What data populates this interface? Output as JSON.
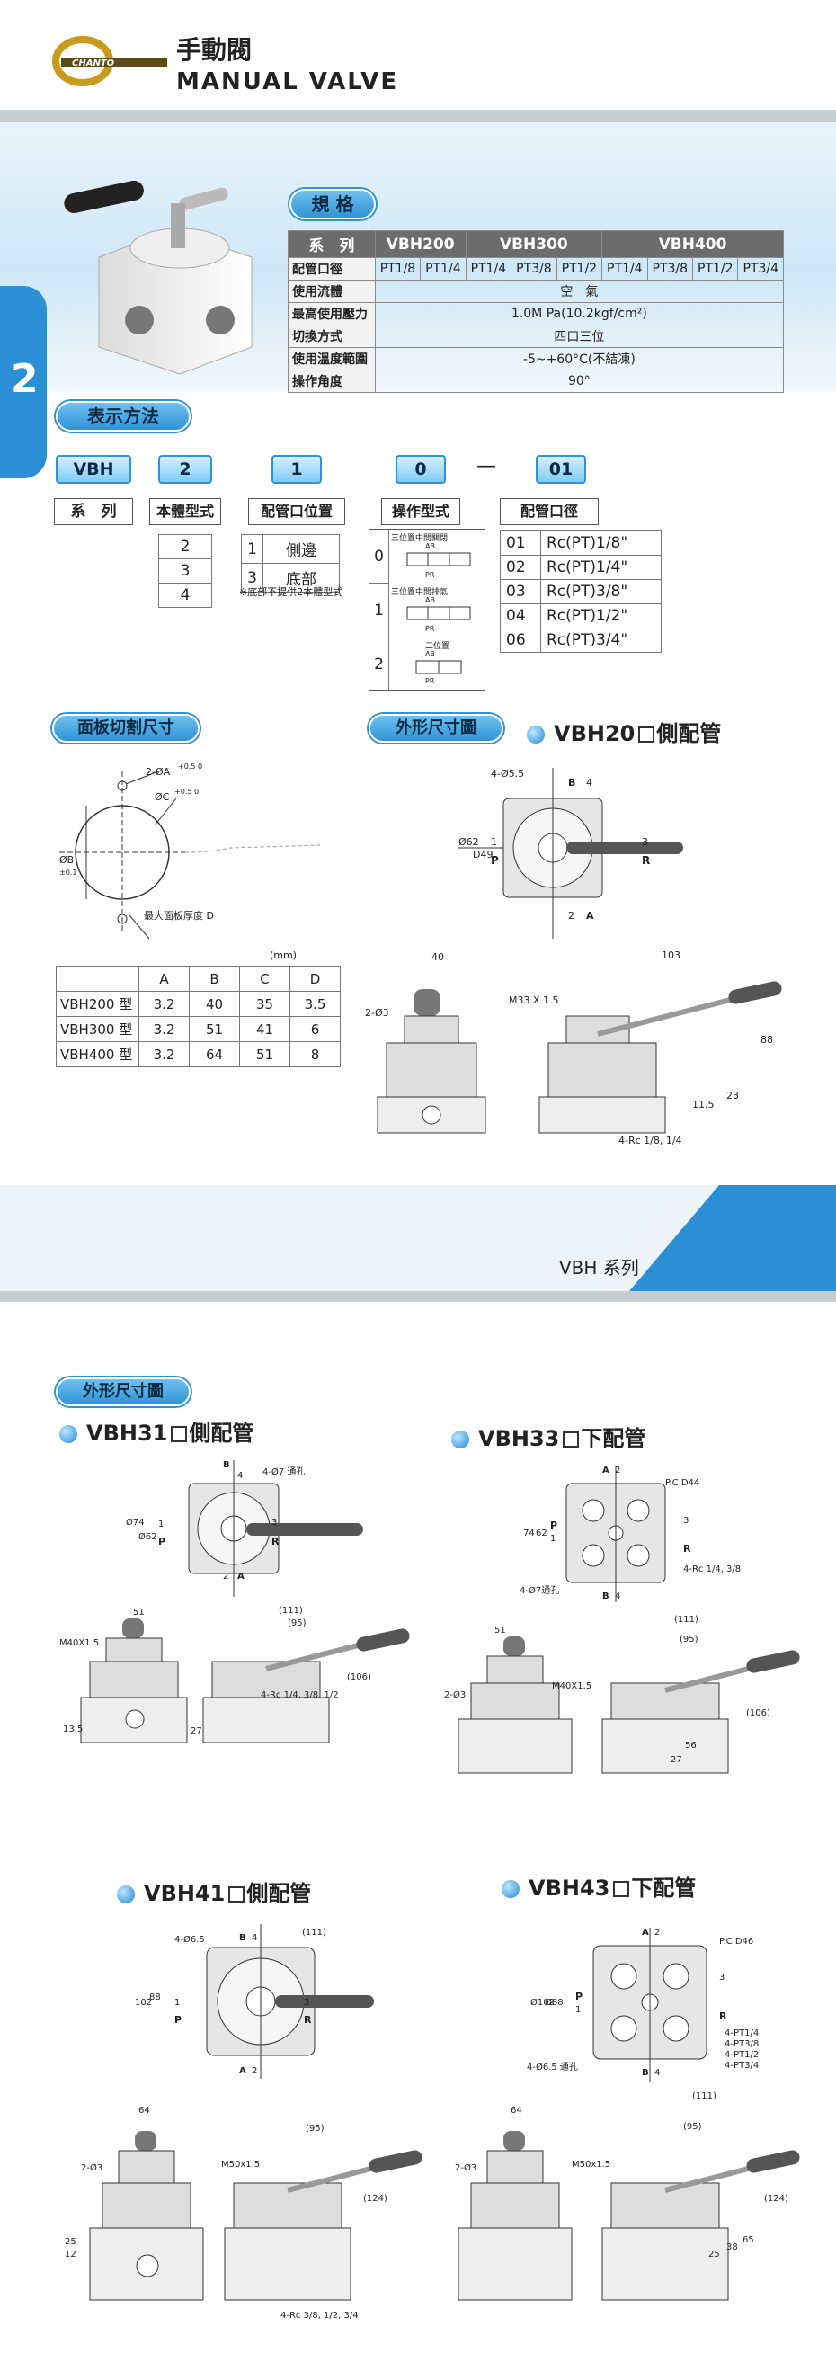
{
  "header": {
    "title_cn": "手動閥",
    "title_en": "MANUAL  VALVE",
    "logo_text": "CHANTO"
  },
  "side_tab": "2",
  "spec": {
    "heading": "規 格",
    "series_label": "系　列",
    "models": [
      "VBH200",
      "VBH300",
      "VBH400"
    ],
    "port_label": "配管口徑",
    "ports": [
      "PT1/8",
      "PT1/4",
      "PT1/4",
      "PT3/8",
      "PT1/2",
      "PT1/4",
      "PT3/8",
      "PT1/2",
      "PT3/4"
    ],
    "rows": [
      {
        "label": "使用流體",
        "value": "空　氣"
      },
      {
        "label": "最高使用壓力",
        "value": "1.0M Pa(10.2kgf/cm²)"
      },
      {
        "label": "切換方式",
        "value": "四口三位"
      },
      {
        "label": "使用溫度範圍",
        "value": "-5~+60°C(不結凍)"
      },
      {
        "label": "操作角度",
        "value": "90°"
      }
    ]
  },
  "notation": {
    "heading": "表示方法",
    "codes": [
      "VBH",
      "2",
      "1",
      "0",
      "01"
    ],
    "dash": "—",
    "labels": [
      "系　列",
      "本體型式",
      "配管口位置",
      "操作型式",
      "配管口徑"
    ],
    "body_types": [
      "2",
      "3",
      "4"
    ],
    "port_positions": [
      {
        "code": "1",
        "name": "側邊"
      },
      {
        "code": "3",
        "name": "底部"
      }
    ],
    "port_note": "※底部不提供2本體型式",
    "operations": [
      {
        "code": "0",
        "desc": "三位置中間關閉"
      },
      {
        "code": "1",
        "desc": "三位置中間排氣"
      },
      {
        "code": "2",
        "desc": "二位置"
      }
    ],
    "symbol_ab": "AB",
    "symbol_pr": "PR",
    "sizes": [
      {
        "code": "01",
        "size": "Rc(PT)1/8\""
      },
      {
        "code": "02",
        "size": "Rc(PT)1/4\""
      },
      {
        "code": "03",
        "size": "Rc(PT)3/8\""
      },
      {
        "code": "04",
        "size": "Rc(PT)1/2\""
      },
      {
        "code": "06",
        "size": "Rc(PT)3/4\""
      }
    ]
  },
  "panel": {
    "heading": "面板切割尺寸",
    "note": "最大面板厚度 D",
    "label_2a": "2-ØA",
    "label_2a_tol": "+0.5 0",
    "label_c": "ØC",
    "label_c_tol": "+0.5 0",
    "label_b": "ØB",
    "label_b_tol": "±0.1",
    "unit": "(mm)",
    "cols": [
      "A",
      "B",
      "C",
      "D"
    ],
    "rows": [
      {
        "model": "VBH200 型",
        "vals": [
          "3.2",
          "40",
          "35",
          "3.5"
        ]
      },
      {
        "model": "VBH300 型",
        "vals": [
          "3.2",
          "51",
          "41",
          "6"
        ]
      },
      {
        "model": "VBH400 型",
        "vals": [
          "3.2",
          "64",
          "51",
          "8"
        ]
      }
    ]
  },
  "outline_heading": "外形尺寸圖",
  "vbh20": {
    "title": "VBH20",
    "suffix": "側配管",
    "dims": [
      "4-Ø5.5",
      "Ø62",
      "D49",
      "40",
      "103",
      "2-Ø3",
      "M33 X 1.5",
      "88",
      "23",
      "11.5",
      "4-Rc 1/8, 1/4"
    ],
    "ports": [
      "B",
      "4",
      "P",
      "1",
      "R",
      "3",
      "2",
      "A"
    ]
  },
  "band2": {
    "series": "VBH  系列"
  },
  "outline2_heading": "外形尺寸圖",
  "vbh31": {
    "title": "VBH31",
    "suffix": "側配管",
    "dims": [
      "4-Ø7 通孔",
      "Ø74",
      "Ø62",
      "51",
      "M40X1.5",
      "(111)",
      "(95)",
      "4-Rc 1/4, 3/8, 1/2",
      "(106)",
      "13.5",
      "27"
    ],
    "ports": [
      "B",
      "4",
      "P",
      "1",
      "R",
      "3",
      "2",
      "A"
    ]
  },
  "vbh33": {
    "title": "VBH33",
    "suffix": "下配管",
    "dims": [
      "P.C D44",
      "74",
      "62",
      "4-Ø7通孔",
      "4-Rc 1/4, 3/8",
      "51",
      "(111)",
      "(95)",
      "2-Ø3",
      "M40X1.5",
      "(106)",
      "27",
      "56"
    ],
    "ports": [
      "A",
      "2",
      "P",
      "1",
      "R",
      "3",
      "B",
      "4"
    ]
  },
  "vbh41": {
    "title": "VBH41",
    "suffix": "側配管",
    "dims": [
      "4-Ø6.5",
      "(111)",
      "102",
      "88",
      "64",
      "2-Ø3",
      "M50x1.5",
      "(95)",
      "(124)",
      "25",
      "12",
      "4-Rc 3/8, 1/2, 3/4"
    ],
    "ports": [
      "B",
      "4",
      "P",
      "1",
      "R",
      "3",
      "A",
      "2"
    ]
  },
  "vbh43": {
    "title": "VBH43",
    "suffix": "下配管",
    "dims": [
      "P.C D46",
      "Ø102",
      "Ø88",
      "4-Ø6.5 通孔",
      "4-PT1/4",
      "4-PT3/8",
      "4-PT1/2",
      "4-PT3/4",
      "64",
      "(111)",
      "(95)",
      "2-Ø3",
      "M50x1.5",
      "(124)",
      "25",
      "38",
      "65"
    ],
    "ports": [
      "A",
      "2",
      "P",
      "1",
      "R",
      "3",
      "B",
      "4"
    ]
  }
}
